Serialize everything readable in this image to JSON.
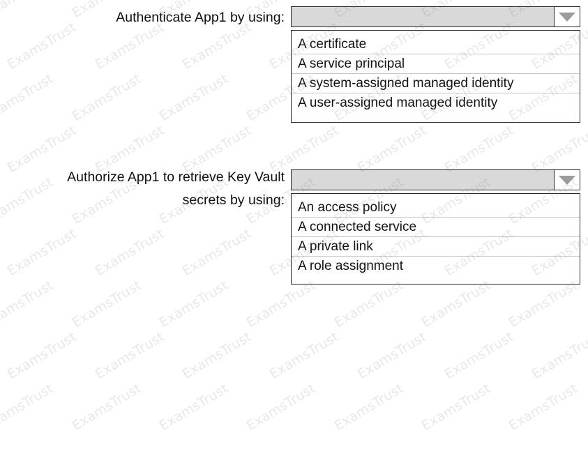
{
  "watermark": {
    "text": "ExamsTrust",
    "color": "#78788"
  },
  "theme": {
    "combo_fill": "#d9d9d9",
    "border": "#2a2a2a",
    "caret_color": "#9c9c9c",
    "row_separator": "#c8c8c8",
    "text": "#121212"
  },
  "questions": [
    {
      "label": "Authenticate App1 by using:",
      "dropdown": {
        "selected": "",
        "caret": "chevron-down-icon",
        "options": [
          "A certificate",
          "A service principal",
          "A system-assigned managed identity",
          "A user-assigned managed identity"
        ]
      }
    },
    {
      "label": "Authorize App1 to retrieve Key Vault\nsecrets by using:",
      "dropdown": {
        "selected": "",
        "caret": "chevron-down-icon",
        "options": [
          "An access policy",
          "A connected service",
          "A private link",
          "A role assignment"
        ]
      }
    }
  ]
}
